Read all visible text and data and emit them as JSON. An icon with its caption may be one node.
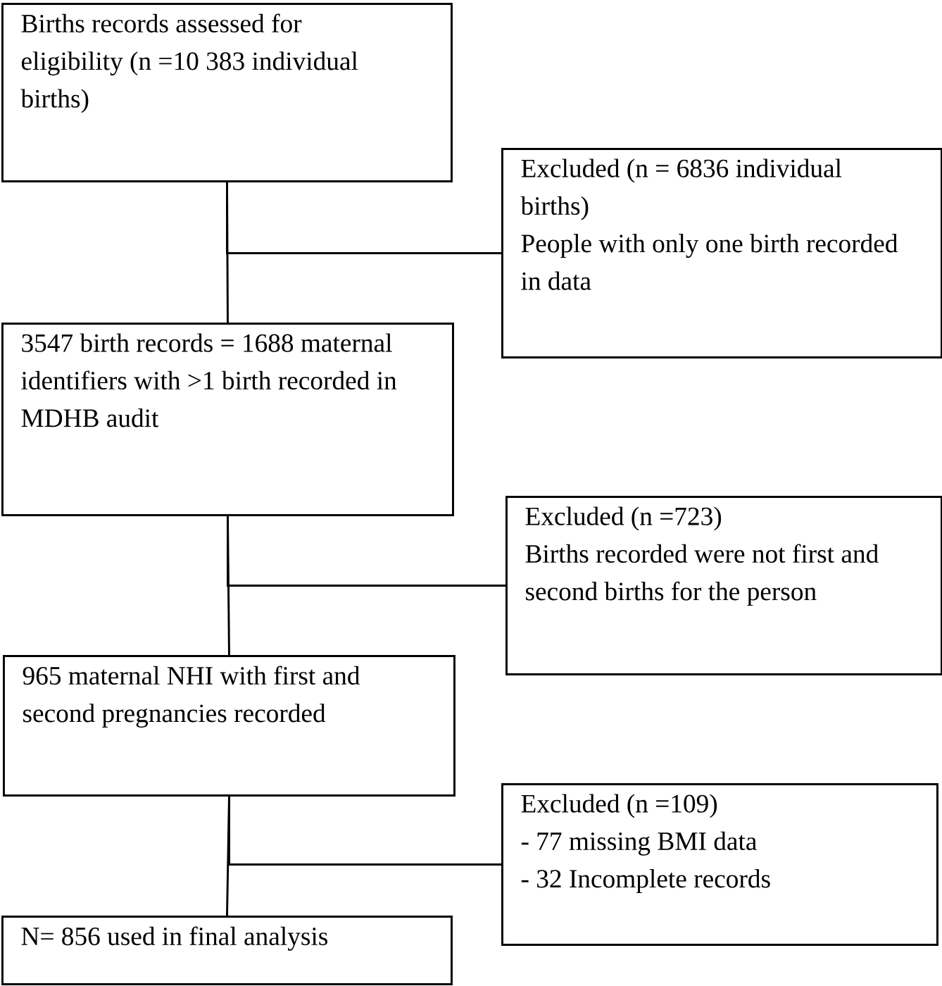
{
  "diagram": {
    "nodes": [
      {
        "text": [
          "Births records assessed for eligibility (n =10 383 individual births)"
        ]
      },
      {
        "text": [
          "Excluded (n = 6836 individual births)",
          "People with only one birth recorded in data"
        ]
      },
      {
        "text": [
          "3547 birth records = 1688 maternal identifiers with >1 birth recorded in MDHB audit"
        ]
      },
      {
        "text": [
          "Excluded (n =723)",
          "Births recorded were not first and second births for the person"
        ]
      },
      {
        "text": [
          "965 maternal NHI with first and second pregnancies recorded"
        ]
      },
      {
        "text": [
          "Excluded (n =109)",
          "- 77 missing BMI data",
          "- 32 Incomplete records"
        ]
      },
      {
        "text": [
          "N= 856 used in final analysis"
        ]
      }
    ],
    "edges": [
      {
        "from": 0,
        "to": 2,
        "arrow": "none"
      },
      {
        "from": 0,
        "to": 1,
        "arrow": "none"
      },
      {
        "from": 2,
        "to": 4,
        "arrow": "none"
      },
      {
        "from": 2,
        "to": 3,
        "arrow": "none"
      },
      {
        "from": 4,
        "to": 6,
        "arrow": "none"
      },
      {
        "from": 4,
        "to": 5,
        "arrow": "none"
      }
    ]
  }
}
